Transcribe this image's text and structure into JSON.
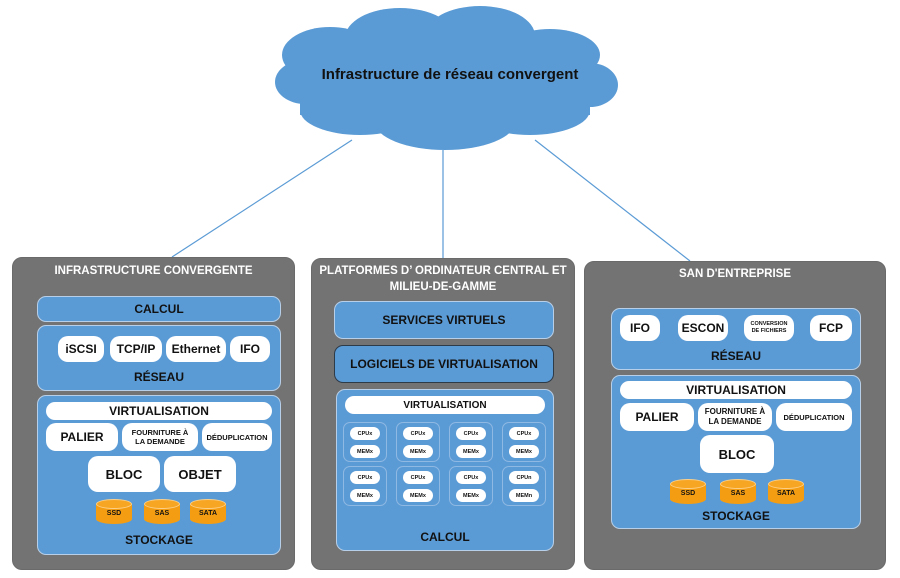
{
  "cloud": {
    "title": "Infrastructure de réseau convergent",
    "color": "#5b9bd5"
  },
  "colors": {
    "panel_bg": "#737373",
    "block_blue": "#5b9bd5",
    "pill_white": "#ffffff",
    "disk_orange": "#f59d12",
    "connector": "#5b9bd5"
  },
  "panels": {
    "left": {
      "title": "INFRASTRUCTURE CONVERGENTE",
      "calcul": "CALCUL",
      "network": {
        "items": [
          "iSCSI",
          "TCP/IP",
          "Ethernet",
          "IFO"
        ],
        "label": "RÉSEAU"
      },
      "storage": {
        "virtualisation": "VIRTUALISATION",
        "features": [
          "PALIER",
          "FOURNITURE À LA DEMANDE",
          "DÉDUPLICATION"
        ],
        "types": [
          "BLOC",
          "OBJET"
        ],
        "disks": [
          "SSD",
          "SAS",
          "SATA"
        ],
        "label": "STOCKAGE"
      }
    },
    "center": {
      "title_line1": "PLATFORMES D’ ORDINATEUR CENTRAL ET",
      "title_line2": "MILIEU-DE-GAMME",
      "services": "SERVICES VIRTUELS",
      "software": "LOGICIELS DE VIRTUALISATION",
      "compute": {
        "virtualisation": "VIRTUALISATION",
        "groups": [
          {
            "cpu": "CPUx",
            "mem": "MEMx"
          },
          {
            "cpu": "CPUx",
            "mem": "MEMx"
          },
          {
            "cpu": "CPUx",
            "mem": "MEMx"
          },
          {
            "cpu": "CPUx",
            "mem": "MEMx"
          },
          {
            "cpu": "CPUx",
            "mem": "MEMx"
          },
          {
            "cpu": "CPUx",
            "mem": "MEMx"
          },
          {
            "cpu": "CPUx",
            "mem": "MEMx"
          },
          {
            "cpu": "CPUn",
            "mem": "MEMn"
          }
        ],
        "label": "CALCUL"
      }
    },
    "right": {
      "title": "SAN D'ENTREPRISE",
      "network": {
        "items": [
          "IFO",
          "ESCON",
          "CONVERSION DE FICHIERS",
          "FCP"
        ],
        "label": "RÉSEAU"
      },
      "storage": {
        "virtualisation": "VIRTUALISATION",
        "features": [
          "PALIER",
          "FOURNITURE À LA DEMANDE",
          "DÉDUPLICATION"
        ],
        "types": [
          "BLOC"
        ],
        "disks": [
          "SSD",
          "SAS",
          "SATA"
        ],
        "label": "STOCKAGE"
      }
    }
  }
}
